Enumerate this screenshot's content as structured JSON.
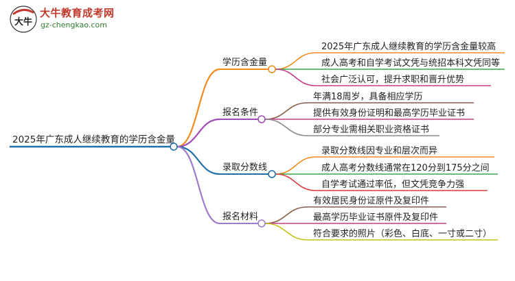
{
  "logo": {
    "title": "大牛教育成考网",
    "url": "gz-chengkao.com",
    "mark_text": "大牛"
  },
  "root": {
    "label": "2025年广东成人继续教育的学历含金量",
    "color": "#1f6fa8"
  },
  "branches": [
    {
      "label": "学历含金量",
      "color": "#f08a1c",
      "children": [
        {
          "label": "2025年广东成人继续教育的学历含金量较高",
          "color": "#f08a1c"
        },
        {
          "label": "成人高考和自学考试文凭与统招本科文凭同等",
          "color": "#3aa84a"
        },
        {
          "label": "社会广泛认可，提升求职和晋升优势",
          "color": "#c23c8a"
        }
      ]
    },
    {
      "label": "报名条件",
      "color": "#a04ab8",
      "children": [
        {
          "label": "年满18周岁，具备相应学历",
          "color": "#8b5a48"
        },
        {
          "label": "提供有效身份证明和最高学历毕业证书",
          "color": "#c23c8a"
        },
        {
          "label": "部分专业需相关职业资格证书",
          "color": "#8a8a8a"
        }
      ]
    },
    {
      "label": "录取分数线",
      "color": "#1f6fa8",
      "children": [
        {
          "label": "录取分数线因专业和层次而异",
          "color": "#f08a1c"
        },
        {
          "label": "成人高考分数线通常在120分到175分之间",
          "color": "#3aa84a"
        },
        {
          "label": "自学考试通过率低，但文凭竞争力强",
          "color": "#d93b3b"
        }
      ]
    },
    {
      "label": "报名材料",
      "color": "#a07ac8",
      "children": [
        {
          "label": "有效居民身份证原件及复印件",
          "color": "#8b5a48"
        },
        {
          "label": "最高学历毕业证书原件及复印件",
          "color": "#c23c8a"
        },
        {
          "label": "符合要求的照片（彩色、白底、一寸或二寸）",
          "color": "#c9c21c"
        }
      ]
    }
  ]
}
